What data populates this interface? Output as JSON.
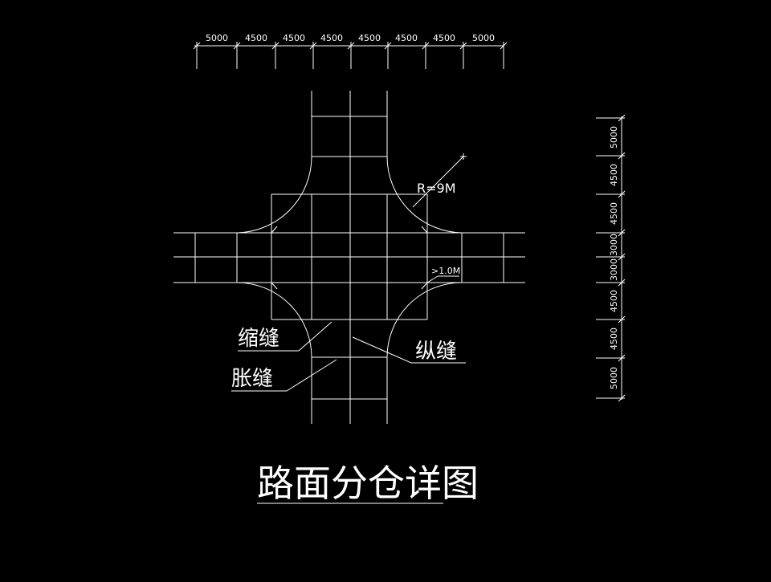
{
  "drawing": {
    "title": "路面分仓详图",
    "top_dimensions": [
      "5000",
      "4500",
      "4500",
      "4500",
      "4500",
      "4500",
      "4500",
      "5000"
    ],
    "right_dimensions": [
      "5000",
      "4500",
      "4500",
      "3000",
      "3000",
      "4500",
      "4500",
      "5000"
    ],
    "radius_label": "R=9M",
    "offset_label": ">1.0M",
    "labels": {
      "contraction_joint": "缩缝",
      "expansion_joint": "胀缝",
      "longitudinal_joint": "纵缝"
    }
  },
  "colors": {
    "background": "#000000",
    "lines": "#ffffff"
  }
}
